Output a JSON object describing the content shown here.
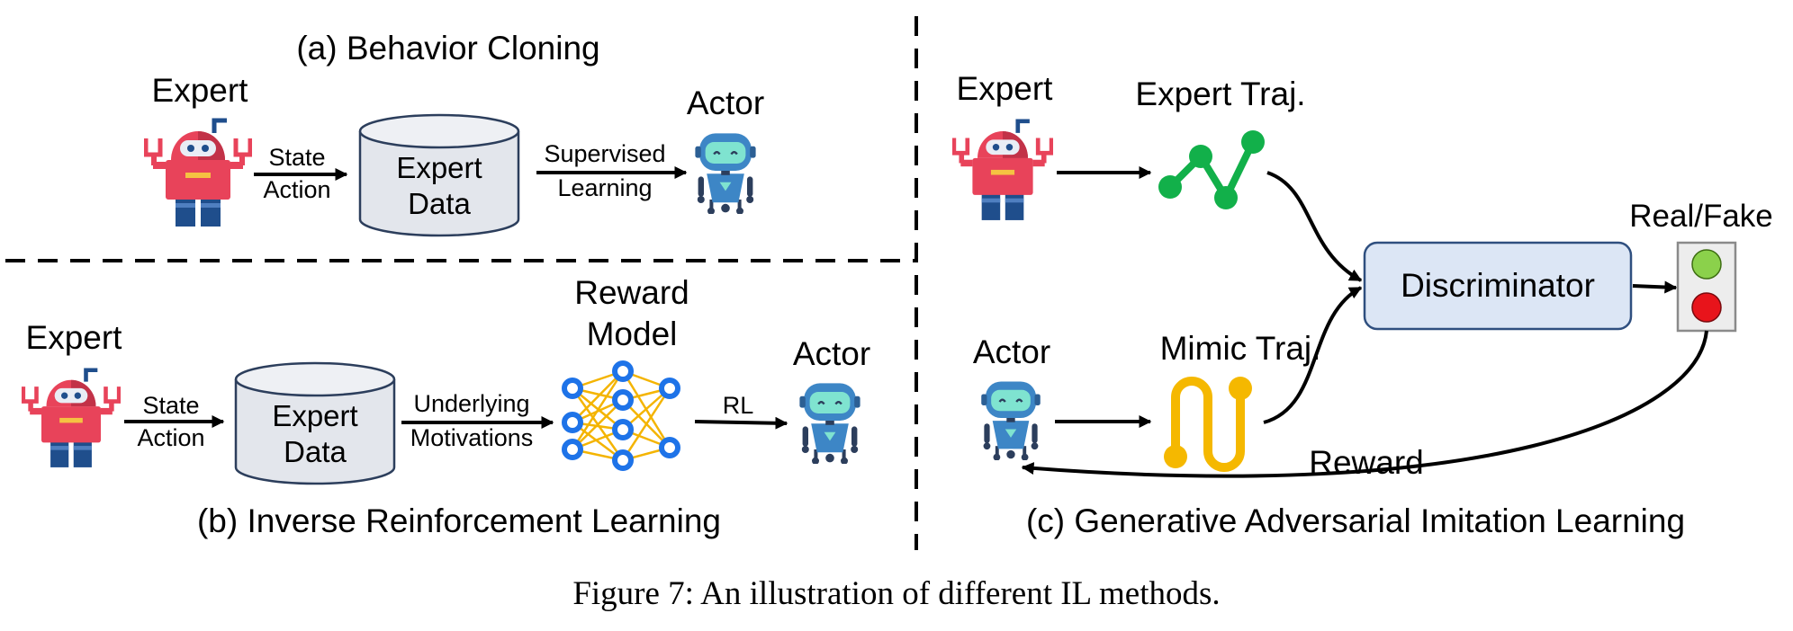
{
  "panel_a": {
    "title": "(a) Behavior Cloning",
    "expert_label": "Expert",
    "arrow1_line1": "State",
    "arrow1_line2": "Action",
    "data_line1": "Expert",
    "data_line2": "Data",
    "arrow2_line1": "Supervised",
    "arrow2_line2": "Learning",
    "actor_label": "Actor"
  },
  "panel_b": {
    "title": "(b) Inverse Reinforcement Learning",
    "expert_label": "Expert",
    "arrow1_line1": "State",
    "arrow1_line2": "Action",
    "data_line1": "Expert",
    "data_line2": "Data",
    "arrow2_line1": "Underlying",
    "arrow2_line2": "Motivations",
    "reward_line1": "Reward",
    "reward_line2": "Model",
    "arrow3_label": "RL",
    "actor_label": "Actor"
  },
  "panel_c": {
    "title": "(c) Generative Adversarial Imitation Learning",
    "expert_label": "Expert",
    "expert_traj_label": "Expert Traj.",
    "actor_label": "Actor",
    "mimic_traj_label": "Mimic Traj.",
    "discriminator_label": "Discriminator",
    "real_fake_label": "Real/Fake",
    "reward_label": "Reward"
  },
  "caption": "Figure 7: An illustration of different IL methods.",
  "colors": {
    "expert_robot_red": "#E8435A",
    "expert_robot_navy": "#1F4E8C",
    "actor_robot_blue": "#3D86C6",
    "actor_robot_teal": "#7FE3D0",
    "network_blue": "#1E73E8",
    "network_orange": "#F4B400",
    "expert_traj_green": "#12B04A",
    "mimic_traj_yellow": "#F5B800",
    "discriminator_fill": "#DCE6F5",
    "discriminator_stroke": "#2F4F7F",
    "light_green": "#8BD14B",
    "light_red": "#E8141B",
    "database_fill": "#E3E6EC"
  },
  "icons": [
    "expert-robot-icon",
    "actor-robot-icon",
    "database-icon",
    "neural-network-icon",
    "traffic-light-icon"
  ]
}
